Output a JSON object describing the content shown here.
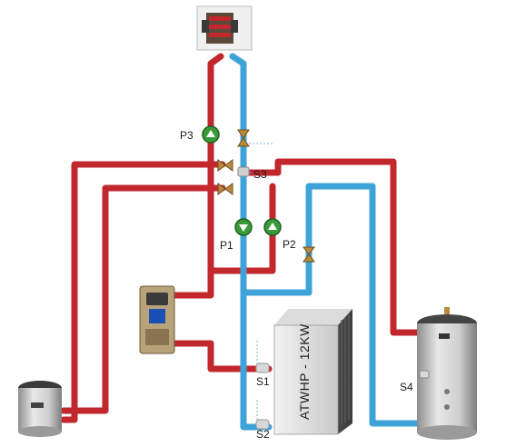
{
  "diagram": {
    "heat_pump_label": "ATWHP - 12KW",
    "pumps": {
      "p1": "P1",
      "p2": "P2",
      "p3": "P3"
    },
    "sensors": {
      "s1": "S1",
      "s2": "S2",
      "s3": "S3",
      "s4": "S4"
    },
    "colors": {
      "hot_pipe": "#c1272d",
      "cold_pipe": "#3ea3d8",
      "pump": "#3a9a3a",
      "valve": "#b98a3c",
      "tank": "#c8c8c8"
    }
  }
}
